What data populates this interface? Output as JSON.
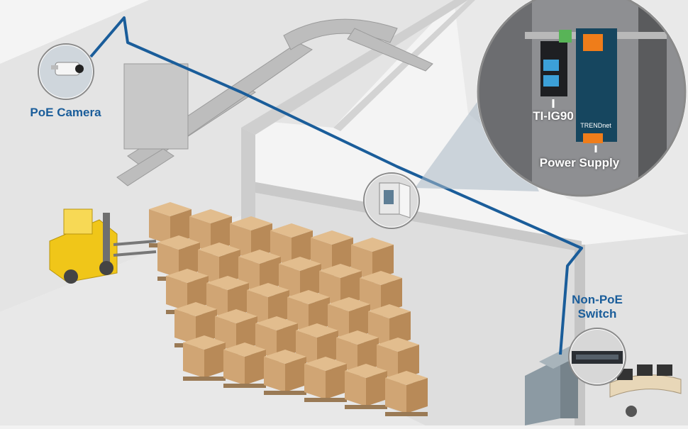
{
  "labels": {
    "poe_camera": "PoE Camera",
    "non_poe_switch_line1": "Non-PoE",
    "non_poe_switch_line2": "Switch",
    "ti_ig90": "TI-IG90",
    "power_supply": "Power Supply",
    "device_brand": "TRENDnet"
  },
  "colors": {
    "cable": "#1a5d9a",
    "floor": "#e6e6e6",
    "wall": "#d9d9d9",
    "box": "#d0a574",
    "forklift": "#f0c619",
    "label": "#1a5d9a",
    "device_panel": "#16465f"
  },
  "icons": [
    "security-camera-icon",
    "enclosure-cabinet-icon",
    "network-switch-icon"
  ]
}
